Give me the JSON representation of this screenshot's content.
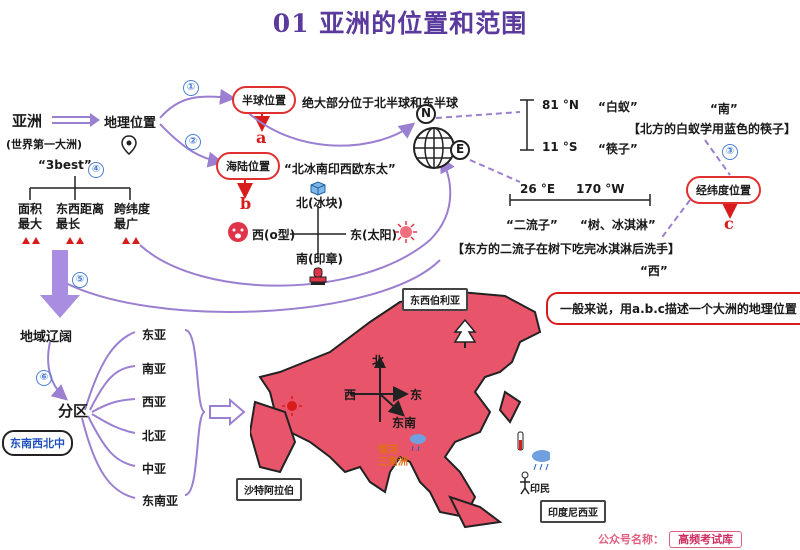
{
  "title": "01 亚洲的位置和范围",
  "asia": {
    "name": "亚洲",
    "sub": "(世界第一大洲)"
  },
  "geo_position": "地理位置",
  "hemisphere": {
    "num": "①",
    "label": "半球位置",
    "text": "绝大部分位于北半球和东半球",
    "letter": "a"
  },
  "land_sea": {
    "num": "②",
    "label": "海陆位置",
    "text": "“北冰南印西欧东太”",
    "letter": "b"
  },
  "latlon": {
    "num": "③",
    "label": "经纬度位置",
    "letter": "c",
    "lat_top": "81 °N",
    "lat_top_name": "“白蚁”",
    "lat_bottom": "11 °S",
    "lat_bottom_name": "“筷子”",
    "south_tag": "“南”",
    "north_mnemonic": "【北方的白蚁学用蓝色的筷子】",
    "lon_left": "26 °E",
    "lon_right": "170 °W",
    "lon_left_name": "“二流子”",
    "lon_right_name": "“树、冰淇淋”",
    "east_mnemonic": "【东方的二流子在树下吃完冰淇淋后洗手】",
    "west_tag": "“西”"
  },
  "compass_small": {
    "north": "北(冰块)",
    "south": "南(印章)",
    "west": "西(o型)",
    "east": "东(太阳)"
  },
  "globe": {
    "n": "N",
    "e": "E"
  },
  "three_best": {
    "num": "④",
    "label": "“3best”",
    "items": [
      "面积\n最大",
      "东西距离\n最长",
      "跨纬度\n最广"
    ]
  },
  "vast": {
    "num": "⑤",
    "label": "地域辽阔"
  },
  "division": {
    "num": "⑥",
    "label": "分区",
    "mnemonic": "东南西北中",
    "regions": [
      "东亚",
      "南亚",
      "西亚",
      "北亚",
      "中亚",
      "东南亚"
    ]
  },
  "note": "一般来说，用a.b.c描述一个大洲的地理位置",
  "map": {
    "north": "北",
    "south": "东南",
    "west": "西",
    "east": "东",
    "siberia": "东西伯利亚",
    "saudi": "沙特阿拉伯",
    "indonesia": "印度尼西亚",
    "ganges": "恒河\n三角洲",
    "india_people": "印民"
  },
  "watermark": {
    "label": "公众号名称：",
    "name": "高频考试库"
  },
  "colors": {
    "map_fill": "#e8556a",
    "accent": "#5b3a9e",
    "arrow": "#9b7fd0",
    "red": "#d81b1b"
  }
}
